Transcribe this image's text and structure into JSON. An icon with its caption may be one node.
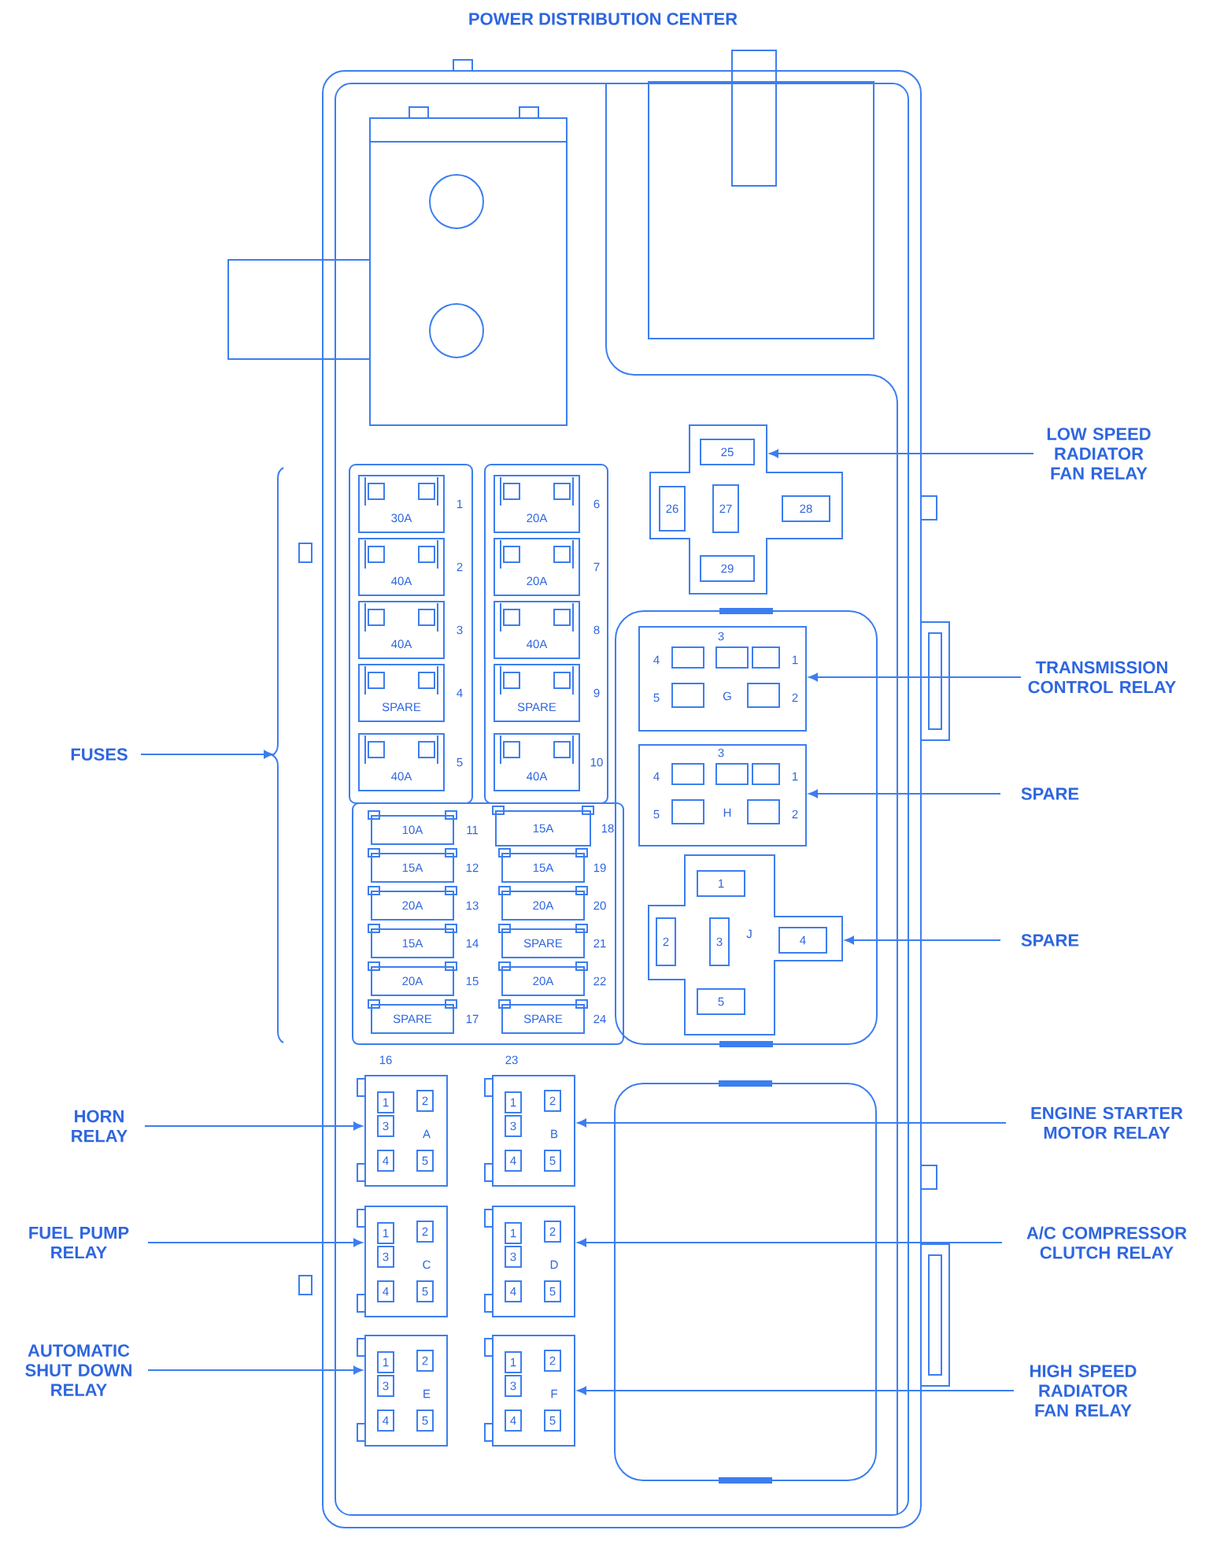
{
  "diagram": {
    "nodes": [
      {
        "text": [
          "POWER DISTRIBUTION CENTER"
        ]
      },
      {
        "text": [],
        "shape": "box",
        "in": 0
      },
      {
        "text": [
          "30A"
        ],
        "beside": [
          "1"
        ],
        "in": 1
      },
      {
        "text": [
          "40A"
        ],
        "beside": [
          "2"
        ],
        "in": 1
      },
      {
        "text": [
          "40A"
        ],
        "beside": [
          "3"
        ],
        "in": 1
      },
      {
        "text": [
          "SPARE"
        ],
        "beside": [
          "4"
        ],
        "in": 1
      },
      {
        "text": [
          "40A"
        ],
        "beside": [
          "5"
        ],
        "in": 1
      },
      {
        "text": [],
        "shape": "box",
        "in": 0
      },
      {
        "text": [
          "20A"
        ],
        "beside": [
          "6"
        ],
        "in": 7
      },
      {
        "text": [
          "20A"
        ],
        "beside": [
          "7"
        ],
        "in": 7
      },
      {
        "text": [
          "40A"
        ],
        "beside": [
          "8"
        ],
        "in": 7
      },
      {
        "text": [
          "SPARE"
        ],
        "beside": [
          "9"
        ],
        "in": 7
      },
      {
        "text": [
          "40A"
        ],
        "beside": [
          "10"
        ],
        "in": 7
      },
      {
        "text": [],
        "shape": "box",
        "in": 0
      },
      {
        "text": [
          "10A"
        ],
        "beside": [
          "11"
        ],
        "in": 13
      },
      {
        "text": [
          "15A"
        ],
        "beside": [
          "12"
        ],
        "in": 13
      },
      {
        "text": [
          "20A"
        ],
        "beside": [
          "13"
        ],
        "in": 13
      },
      {
        "text": [
          "15A"
        ],
        "beside": [
          "14"
        ],
        "in": 13
      },
      {
        "text": [
          "20A"
        ],
        "beside": [
          "15"
        ],
        "in": 13
      },
      {
        "text": [
          "SPARE"
        ],
        "beside": [
          "17"
        ],
        "in": 13
      },
      {
        "text": [
          "15A"
        ],
        "beside": [
          "18"
        ],
        "in": 13
      },
      {
        "text": [
          "15A"
        ],
        "beside": [
          "19"
        ],
        "in": 13
      },
      {
        "text": [
          "20A"
        ],
        "beside": [
          "20"
        ],
        "in": 13
      },
      {
        "text": [
          "SPARE"
        ],
        "beside": [
          "21"
        ],
        "in": 13
      },
      {
        "text": [
          "20A"
        ],
        "beside": [
          "22"
        ],
        "in": 13
      },
      {
        "text": [
          "SPARE"
        ],
        "beside": [
          "24"
        ],
        "in": 13
      },
      {
        "text": [
          "25",
          "26",
          "27",
          "28",
          "29"
        ],
        "in": 0
      },
      {
        "text": [],
        "shape": "box",
        "in": 0
      },
      {
        "text": [
          "3",
          "4",
          "1",
          "5",
          "G",
          "2"
        ],
        "in": 27
      },
      {
        "text": [
          "3",
          "4",
          "1",
          "5",
          "H",
          "2"
        ],
        "in": 27
      },
      {
        "text": [
          "1",
          "2",
          "3",
          "J",
          "4",
          "5"
        ],
        "in": 27
      },
      {
        "text": [
          "1",
          "2",
          "3",
          "A",
          "4",
          "5"
        ],
        "in": 0
      },
      {
        "text": [
          "1",
          "2",
          "3",
          "B",
          "4",
          "5"
        ],
        "in": 0
      },
      {
        "text": [
          "1",
          "2",
          "3",
          "C",
          "4",
          "5"
        ],
        "in": 0
      },
      {
        "text": [
          "1",
          "2",
          "3",
          "D",
          "4",
          "5"
        ],
        "in": 0
      },
      {
        "text": [
          "1",
          "2",
          "3",
          "E",
          "4",
          "5"
        ],
        "in": 0
      },
      {
        "text": [
          "1",
          "2",
          "3",
          "F",
          "4",
          "5"
        ],
        "in": 0
      },
      {
        "text": [
          "LOW SPEED RADIATOR FAN RELAY"
        ]
      },
      {
        "text": [
          "TRANSMISSION CONTROL RELAY"
        ]
      },
      {
        "text": [
          "SPARE"
        ]
      },
      {
        "text": [
          "SPARE"
        ]
      },
      {
        "text": [
          "FUSES"
        ]
      },
      {
        "text": [
          "HORN RELAY"
        ]
      },
      {
        "text": [
          "ENGINE STARTER MOTOR RELAY"
        ]
      },
      {
        "text": [
          "FUEL PUMP RELAY"
        ]
      },
      {
        "text": [
          "A/C COMPRESSOR CLUTCH RELAY"
        ]
      },
      {
        "text": [
          "AUTOMATIC SHUT DOWN RELAY"
        ]
      },
      {
        "text": [
          "HIGH SPEED RADIATOR FAN RELAY"
        ]
      }
    ],
    "edges": [
      {
        "from": 37,
        "to": 26,
        "arrow": "to"
      },
      {
        "from": 38,
        "to": 28,
        "arrow": "to"
      },
      {
        "from": 39,
        "to": 29,
        "arrow": "to"
      },
      {
        "from": 40,
        "to": 30,
        "arrow": "to"
      },
      {
        "from": 41,
        "to": null,
        "arrow": "to"
      },
      {
        "from": 42,
        "to": 31,
        "arrow": "to"
      },
      {
        "from": 43,
        "to": 32,
        "arrow": "to"
      },
      {
        "from": 44,
        "to": 33,
        "arrow": "to"
      },
      {
        "from": 45,
        "to": 34,
        "arrow": "to"
      },
      {
        "from": 46,
        "to": 35,
        "arrow": "to"
      },
      {
        "from": 47,
        "to": 36,
        "arrow": "to"
      }
    ],
    "labels": [
      "16",
      "23"
    ]
  }
}
